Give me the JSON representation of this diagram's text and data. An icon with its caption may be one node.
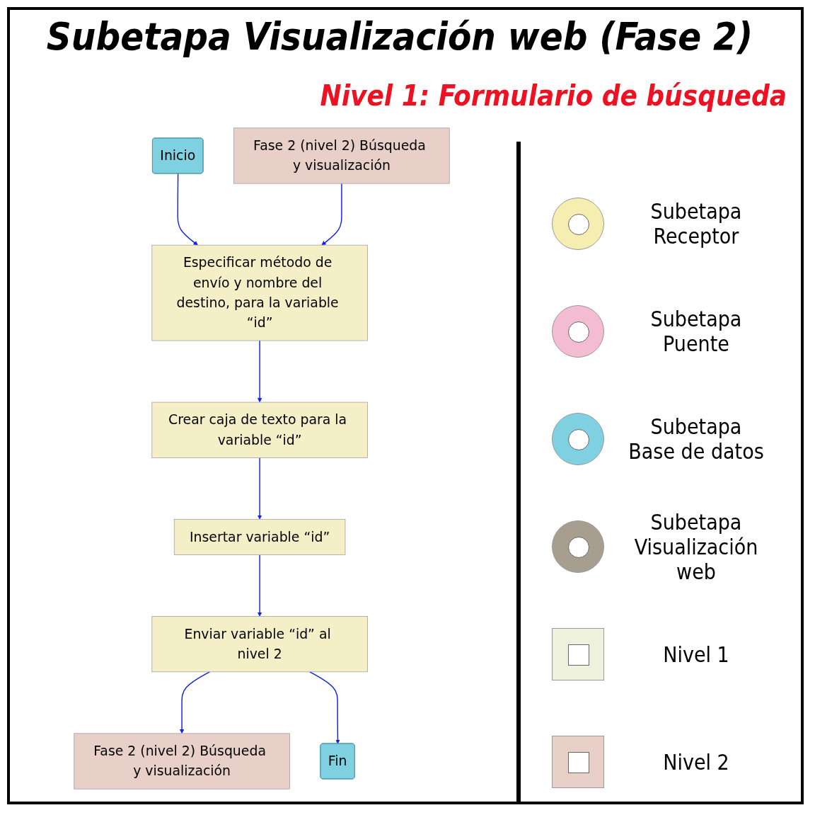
{
  "diagram": {
    "title": "Subetapa Visualización web (Fase 2)",
    "nodes": [
      {
        "text": [
          "Inicio"
        ]
      },
      {
        "text": [
          "Especificar método de envío y nombre del destino, para la variable “id”"
        ]
      },
      {
        "text": [
          "Crear caja de texto para la variable “id”"
        ]
      },
      {
        "text": [
          "Insertar variable “id”"
        ]
      },
      {
        "text": [
          "Enviar variable “id” al nivel 2"
        ]
      },
      {
        "text": [
          "Fin"
        ]
      },
      {
        "text": [
          "Fase 2 (nivel 2) Búsqueda y visualización"
        ]
      },
      {
        "text": [
          "Fase 2 (nivel 2) Búsqueda y visualización"
        ]
      }
    ],
    "edges": [
      {
        "from": 0,
        "to": 1,
        "arrow": "to"
      },
      {
        "from": 6,
        "to": 1,
        "arrow": "to"
      },
      {
        "from": 1,
        "to": 2,
        "arrow": "to"
      },
      {
        "from": 2,
        "to": 3,
        "arrow": "to"
      },
      {
        "from": 3,
        "to": 4,
        "arrow": "to"
      },
      {
        "from": 4,
        "to": 7,
        "arrow": "to"
      },
      {
        "from": 4,
        "to": 5,
        "arrow": "to"
      }
    ],
    "labels": [
      "Nivel 1: Formulario de búsqueda"
    ],
    "legend": [
      {
        "text": "Subetapa Receptor",
        "color": "#f5eeb0"
      },
      {
        "text": "Subetapa Puente",
        "color": "#f4bcd0"
      },
      {
        "text": "Subetapa Base de datos",
        "color": "#7fd0e0"
      },
      {
        "text": "Subetapa Visualización web",
        "color": "#a89e90"
      },
      {
        "text": "Nivel 1",
        "color": "#eef2dc"
      },
      {
        "text": "Nivel 2",
        "color": "#e8cfc8"
      }
    ]
  }
}
